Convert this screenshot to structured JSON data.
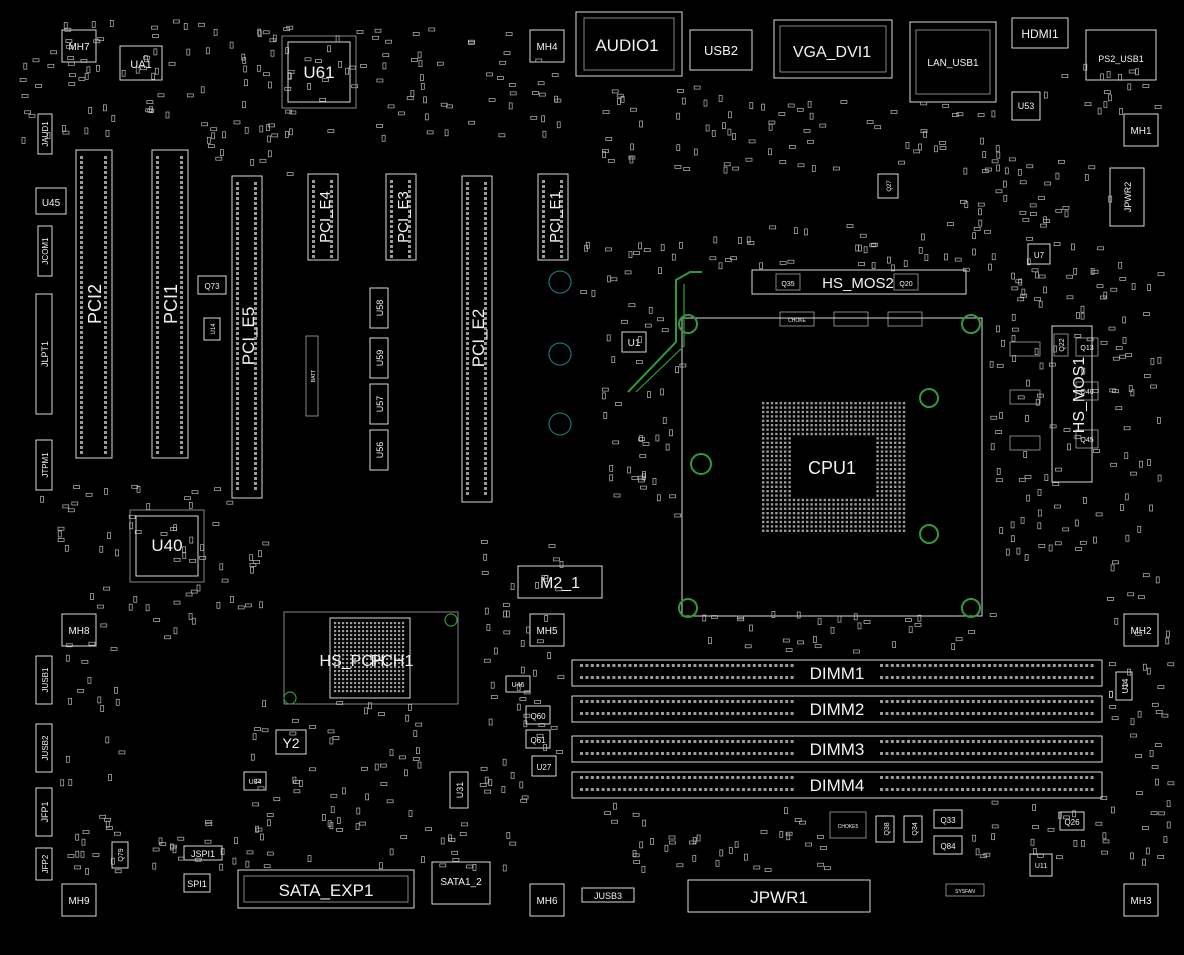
{
  "board": {
    "connectors": {
      "audio": "AUDIO1",
      "usb_rear": "USB2",
      "vga_dvi": "VGA_DVI1",
      "hdmi": "HDMI1",
      "lan_usb": "LAN_USB1",
      "ps2_usb": "PS2_USB1",
      "cpu_power": "JPWR2",
      "atx_power": "JPWR1",
      "m2": "M2_1",
      "sata_exp": "SATA_EXP1",
      "sata": "SATA1_2",
      "spi": "SPI1",
      "jspi": "JSPI1",
      "jusb3": "JUSB3",
      "jusb1": "JUSB1",
      "jusb2": "JUSB2",
      "jaud": "JAUD1",
      "jcom": "JCOM1",
      "jlpt": "JLPT1",
      "jtpm": "JTPM1",
      "jfp1": "JFP1",
      "jfp2": "JFP2"
    },
    "slots": {
      "pci2": "PCI2",
      "pci1": "PCI1",
      "pcie5": "PCI_E5",
      "pcie4": "PCI_E4",
      "pcie3": "PCI_E3",
      "pcie2": "PCI_E2",
      "pcie1": "PCI_E1"
    },
    "dimms": [
      "DIMM1",
      "DIMM2",
      "DIMM3",
      "DIMM4"
    ],
    "chips": {
      "cpu": "CPU1",
      "pch": "PCH1",
      "pch_heatsink": "HS_PCH",
      "mos_heatsink_top": "HS_MOS2",
      "mos_heatsink_side": "HS_MOS1",
      "u61": "U61",
      "u40": "U40",
      "ua1": "UA1",
      "u45": "U45",
      "u53": "U53",
      "u1": "U1",
      "u7": "U7",
      "u58": "U58",
      "u59": "U59",
      "u57": "U57",
      "u56": "U56",
      "u31": "U31",
      "u27": "U27",
      "u46": "U46",
      "u34": "U34",
      "u14": "U14",
      "u11": "U11",
      "y2": "Y2",
      "q73": "Q73",
      "q60": "Q60",
      "q61": "Q61",
      "q35": "Q35",
      "q20": "Q20",
      "q27": "Q27",
      "q22": "Q22",
      "q13": "Q13",
      "q40": "Q40",
      "q45": "Q45",
      "q33": "Q33",
      "q34": "Q34",
      "q38": "Q38",
      "q26": "Q26",
      "q84": "Q84",
      "q79": "Q79"
    },
    "mounting_holes": [
      "MH7",
      "MH4",
      "MH1",
      "MH8",
      "MH5",
      "MH2",
      "MH9",
      "MH6",
      "MH3"
    ],
    "small_labels": {
      "choke": "CHOKE",
      "choke2": "CHOKE5",
      "batt": "BATT",
      "sysfan": "SYSFAN"
    }
  }
}
